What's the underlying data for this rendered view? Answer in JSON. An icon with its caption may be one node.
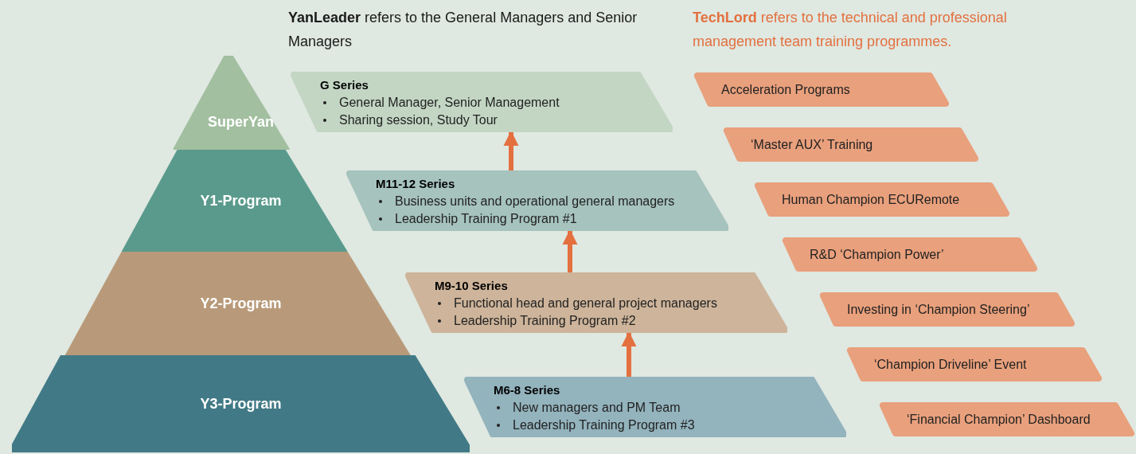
{
  "diagram": {
    "nodes": [
      {
        "text": [
          "SuperYan"
        ]
      },
      {
        "text": [
          "Y1-Program"
        ]
      },
      {
        "text": [
          "Y2-Program"
        ]
      },
      {
        "text": [
          "Y3-Program"
        ]
      },
      {
        "text": [
          "G Series",
          "General Manager, Senior Management",
          "Sharing session, Study Tour"
        ]
      },
      {
        "text": [
          "M11-12 Series",
          "Business units and operational general managers",
          "Leadership Training Program #1"
        ]
      },
      {
        "text": [
          "M9-10 Series",
          "Functional head and general project managers",
          "Leadership Training Program #2"
        ]
      },
      {
        "text": [
          "M6-8 Series",
          "New managers and PM Team",
          "Leadership Training Program #3"
        ]
      },
      {
        "text": [
          "Acceleration Programs"
        ]
      },
      {
        "text": [
          "‘Master AUX’ Training"
        ]
      },
      {
        "text": [
          "Human Champion ECURemote"
        ]
      },
      {
        "text": [
          "R&D ‘Champion Power’"
        ]
      },
      {
        "text": [
          "Investing in ‘Champion Steering’"
        ]
      },
      {
        "text": [
          "‘Champion Driveline’ Event"
        ]
      },
      {
        "text": [
          "‘Financial Champion’ Dashboard"
        ]
      }
    ],
    "edges": [
      {
        "from": 7,
        "to": 6,
        "arrow": "to"
      },
      {
        "from": 6,
        "to": 5,
        "arrow": "to"
      },
      {
        "from": 5,
        "to": 4,
        "arrow": "to"
      }
    ],
    "labels": [
      "**YanLeader** refers to the General Managers and Senior Managers",
      "**TechLord** refers to the technical and professional management team training programmes."
    ]
  }
}
